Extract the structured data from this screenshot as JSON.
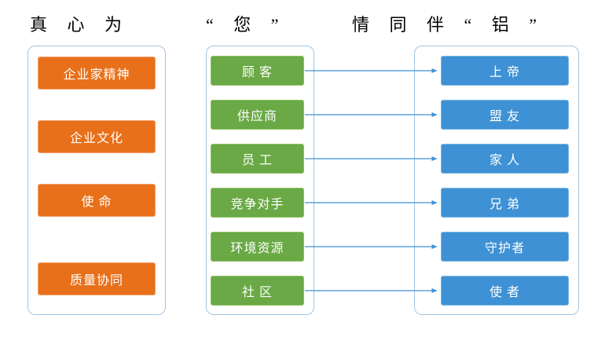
{
  "title": {
    "segments": [
      "真 心 为",
      "“ 您 ”",
      "情 同 伴 “ 铝 ”"
    ]
  },
  "colors": {
    "orange_fill": "#e8701a",
    "orange_border": "#f3a06a",
    "green_fill": "#6aa945",
    "green_border": "#8cc063",
    "blue_fill": "#3e91d4",
    "blue_border": "#7bb6e3",
    "container_border": "#9fc6e7",
    "arrow": "#3e91d4",
    "background": "#ffffff"
  },
  "columns": {
    "left": {
      "items": [
        {
          "label": "企业家精神"
        },
        {
          "label": "企业文化"
        },
        {
          "label": "使 命"
        },
        {
          "label": "质量协同"
        }
      ]
    },
    "middle": {
      "items": [
        {
          "label": "顾 客"
        },
        {
          "label": "供应商"
        },
        {
          "label": "员 工"
        },
        {
          "label": "竞争对手"
        },
        {
          "label": "环境资源"
        },
        {
          "label": "社 区"
        }
      ]
    },
    "right": {
      "items": [
        {
          "label": "上 帝"
        },
        {
          "label": "盟 友"
        },
        {
          "label": "家 人"
        },
        {
          "label": "兄 弟"
        },
        {
          "label": "守护者"
        },
        {
          "label": "使 者"
        }
      ]
    }
  },
  "connections": [
    {
      "from": "顾 客",
      "to": "上 帝"
    },
    {
      "from": "供应商",
      "to": "盟 友"
    },
    {
      "from": "员 工",
      "to": "家 人"
    },
    {
      "from": "竞争对手",
      "to": "兄 弟"
    },
    {
      "from": "环境资源",
      "to": "守护者"
    },
    {
      "from": "社 区",
      "to": "使 者"
    }
  ]
}
